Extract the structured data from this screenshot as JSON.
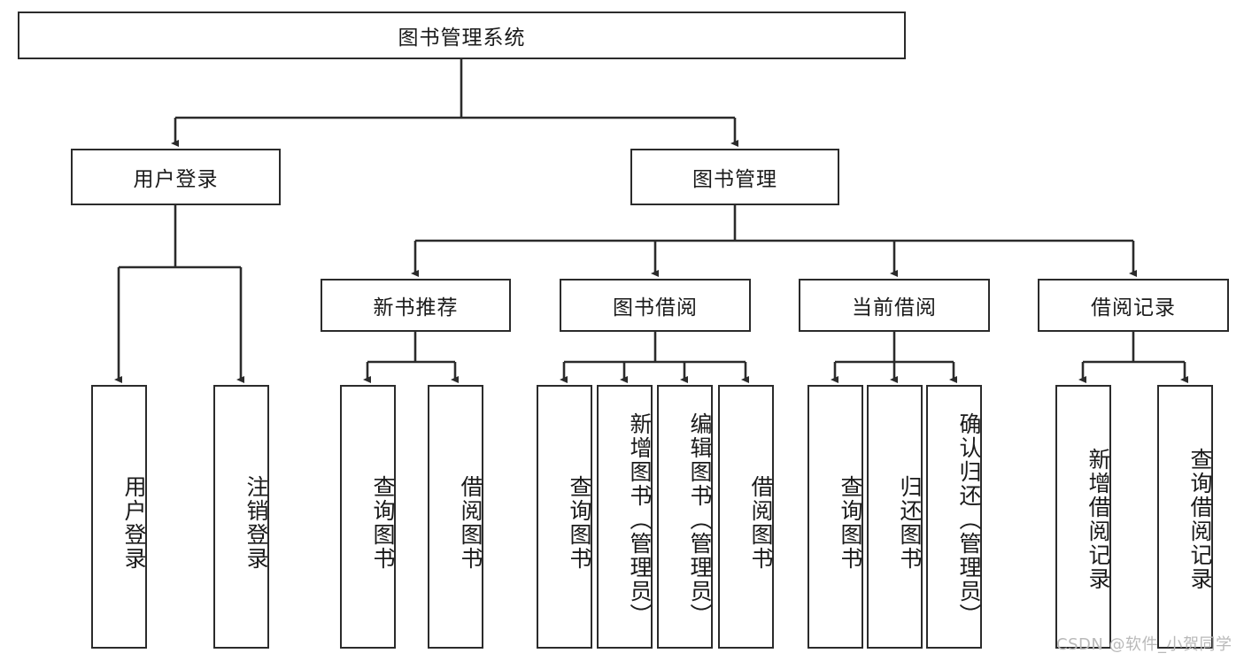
{
  "diagram": {
    "type": "tree",
    "title": "图书管理系统",
    "watermark": "CSDN @软件_小贺同学",
    "colors": {
      "node_border": "#2b2b2b",
      "node_fill": "#ffffff",
      "connector": "#2b2b2b",
      "background": "#ffffff",
      "watermark": "#b9b9b9"
    },
    "nodes": {
      "root": {
        "label": "图书管理系统"
      },
      "level2": [
        {
          "id": "user-login",
          "label": "用户登录"
        },
        {
          "id": "book-management",
          "label": "图书管理"
        }
      ],
      "level3": [
        {
          "id": "new-book-recommend",
          "label": "新书推荐"
        },
        {
          "id": "book-borrow",
          "label": "图书借阅"
        },
        {
          "id": "current-borrow",
          "label": "当前借阅"
        },
        {
          "id": "borrow-record",
          "label": "借阅记录"
        }
      ],
      "leaves": {
        "user_login": [
          {
            "id": "leaf-user-login",
            "label": "用户登录"
          },
          {
            "id": "leaf-logout-login",
            "label": "注销登录"
          }
        ],
        "new_book_recommend": [
          {
            "id": "leaf-query-book-1",
            "label": "查询图书"
          },
          {
            "id": "leaf-borrow-book-1",
            "label": "借阅图书"
          }
        ],
        "book_borrow": [
          {
            "id": "leaf-query-book-2",
            "label": "查询图书"
          },
          {
            "id": "leaf-add-book",
            "label": "新增图书（管理员）"
          },
          {
            "id": "leaf-edit-book",
            "label": "编辑图书（管理员）"
          },
          {
            "id": "leaf-borrow-book-2",
            "label": "借阅图书"
          }
        ],
        "current_borrow": [
          {
            "id": "leaf-query-book-3",
            "label": "查询图书"
          },
          {
            "id": "leaf-return-book",
            "label": "归还图书"
          },
          {
            "id": "leaf-confirm-return",
            "label": "确认归还（管理员）"
          }
        ],
        "borrow_record": [
          {
            "id": "leaf-add-record",
            "label": "新增借阅记录"
          },
          {
            "id": "leaf-query-record",
            "label": "查询借阅记录"
          }
        ]
      }
    }
  }
}
